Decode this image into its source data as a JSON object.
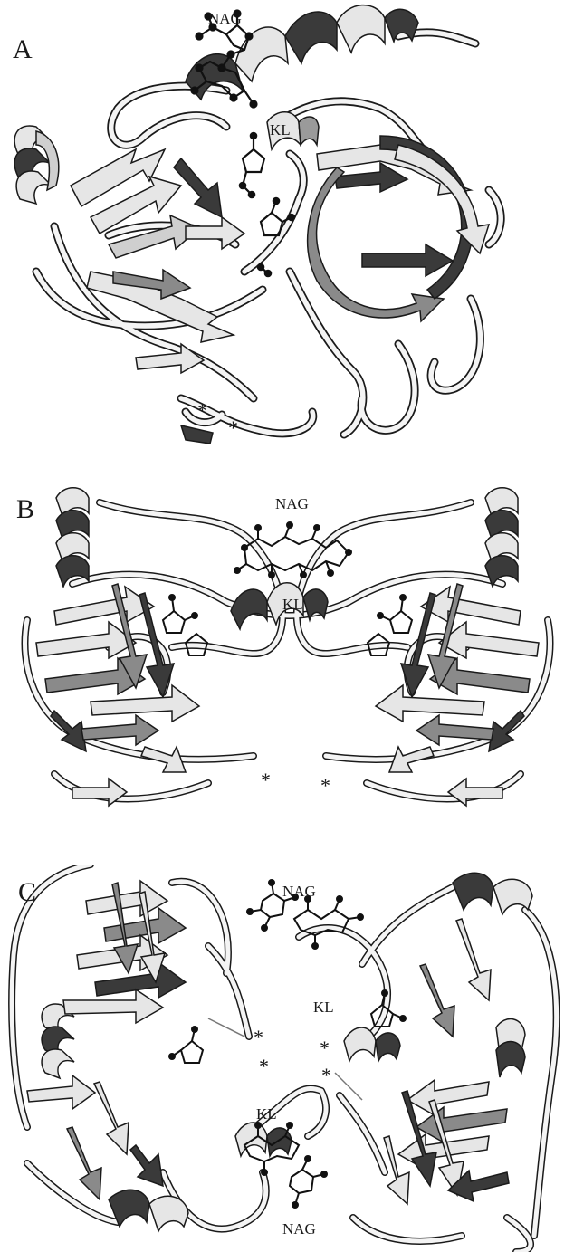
{
  "figure": {
    "panels": [
      {
        "id": "A",
        "letter": "A",
        "labels": {
          "nag": "NAG",
          "kl": "KL"
        },
        "asterisks": [
          "*",
          "*"
        ]
      },
      {
        "id": "B",
        "letter": "B",
        "labels": {
          "nag": "NAG",
          "kl": "KL"
        },
        "asterisks": [
          "*",
          "*"
        ]
      },
      {
        "id": "C",
        "letter": "C",
        "labels": {
          "nag_top": "NAG",
          "kl_top": "KL",
          "kl_bottom": "KL",
          "nag_bottom": "NAG"
        },
        "asterisks": [
          "*",
          "*",
          "*",
          "*"
        ]
      }
    ],
    "colors": {
      "ribbon_light": "#e6e6e6",
      "ribbon_dark": "#3a3a3a",
      "ribbon_mid": "#8a8a8a",
      "loop": "#f2f2f2",
      "outline": "#1a1a1a",
      "ligand": "#111111"
    }
  }
}
